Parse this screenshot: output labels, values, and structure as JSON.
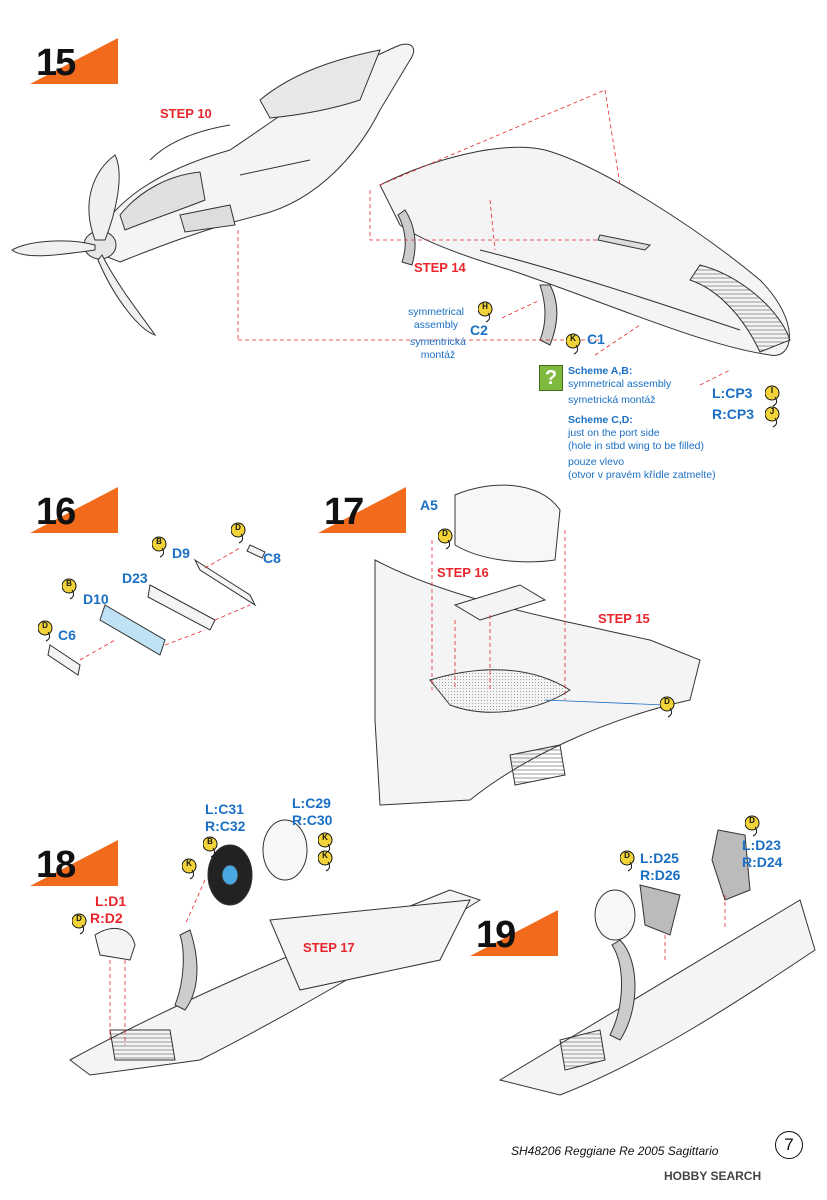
{
  "steps": {
    "s15": {
      "number": "15",
      "refs": {
        "step10": "STEP 10",
        "step14": "STEP 14"
      },
      "parts": {
        "c2": "C2",
        "c1": "C1",
        "lcp3": "L:CP3",
        "rcp3": "R:CP3"
      },
      "sprues": {
        "h": "H",
        "k": "K",
        "i": "I",
        "j": "J"
      },
      "notes": {
        "sym_en": "symmetrical\nassembly",
        "sym_cz": "symentrická\nmontáž",
        "scheme_ab": "Scheme A,B:",
        "scheme_ab_en": "symmetrical assembly",
        "scheme_ab_cz": "symetrická  montáž",
        "scheme_cd": "Scheme C,D:",
        "scheme_cd_en1": "just on the port side",
        "scheme_cd_en2": "(hole in stbd wing to be filled)",
        "scheme_cd_cz1": "pouze vlevo",
        "scheme_cd_cz2": "(otvor v pravém křídle zatmelte)"
      },
      "question_mark": "?"
    },
    "s16": {
      "number": "16",
      "parts": {
        "d9": "D9",
        "c8": "C8",
        "d23": "D23",
        "d10": "D10",
        "c6": "C6"
      },
      "sprues": {
        "b1": "B",
        "d1": "D",
        "b2": "B",
        "d2": "D"
      }
    },
    "s17": {
      "number": "17",
      "refs": {
        "step16": "STEP 16",
        "step15": "STEP 15"
      },
      "parts": {
        "a5": "A5"
      },
      "sprues": {
        "d1": "D",
        "d2": "D"
      }
    },
    "s18": {
      "number": "18",
      "refs": {
        "step17": "STEP 17"
      },
      "parts": {
        "lc31": "L:C31",
        "rc32": "R:C32",
        "lc29": "L:C29",
        "rc30": "R:C30",
        "ld1": "L:D1",
        "rd2": "R:D2"
      },
      "sprues": {
        "b": "B",
        "k1": "K",
        "k2": "K",
        "k3": "K",
        "d": "D"
      }
    },
    "s19": {
      "number": "19",
      "parts": {
        "ld25": "L:D25",
        "rd26": "R:D26",
        "ld23": "L:D23",
        "rd24": "R:D24"
      },
      "sprues": {
        "d1": "D",
        "d2": "D"
      }
    }
  },
  "footer": {
    "title": "SH48206 Reggiane Re 2005 Sagittario",
    "page": "7"
  },
  "watermark": "HOBBY SEARCH",
  "colors": {
    "accent_orange": "#f26b1d",
    "part_blue": "#1a6fc4",
    "ref_red": "#e8262b",
    "sprue_yellow": "#f2d43a",
    "hint_green": "#7fb93e"
  }
}
